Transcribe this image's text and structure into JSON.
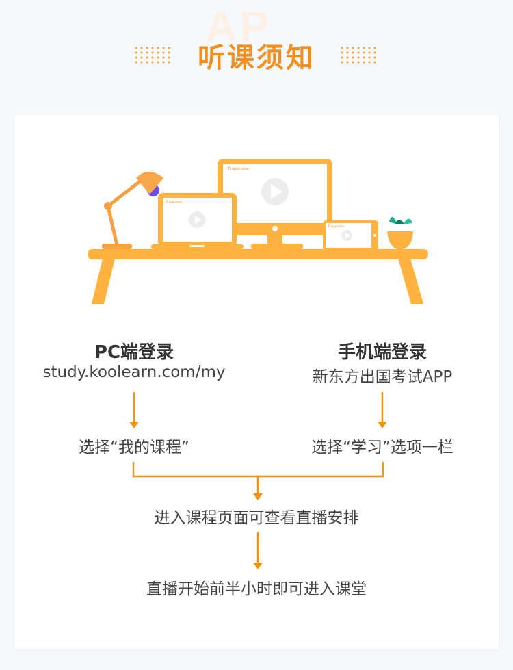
{
  "header": {
    "watermark": "AP",
    "title": "听课须知"
  },
  "colors": {
    "accent": "#f28f1c",
    "illustration": "#ffb23f",
    "arrow": "#f0940f",
    "background": "#f6f9fc",
    "card": "#ffffff"
  },
  "illustration": {
    "screen_label": "Ti appnixsss"
  },
  "pc": {
    "title": "PC端登录",
    "url": "study.koolearn.com/my",
    "step": "选择“我的课程”"
  },
  "mobile": {
    "title": "手机端登录",
    "app": "新东方出国考试APP",
    "step": "选择“学习”选项一栏"
  },
  "steps": {
    "enter": "进入课程页面可查看直播安排",
    "join": "直播开始前半小时即可进入课堂"
  }
}
